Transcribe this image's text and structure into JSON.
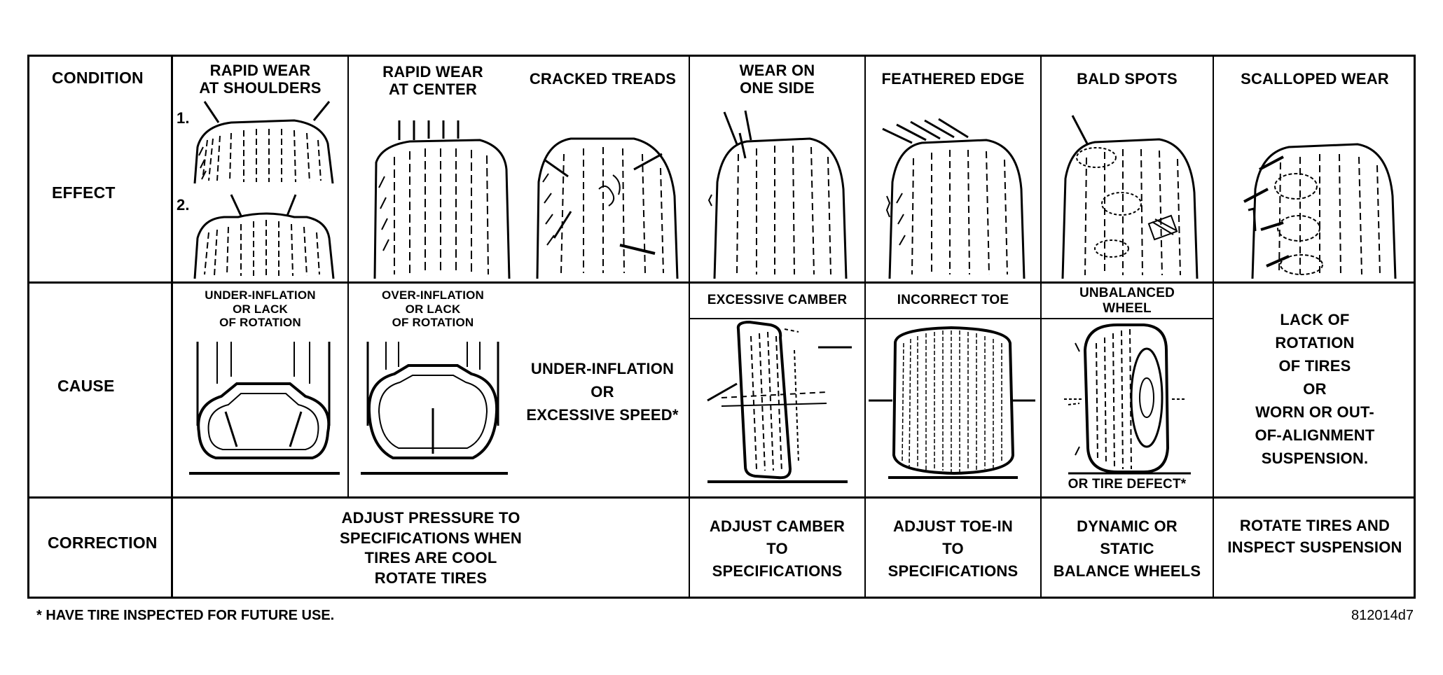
{
  "headers": {
    "condition": "CONDITION",
    "rapid_shoulders": "RAPID WEAR\nAT SHOULDERS",
    "rapid_center": "RAPID WEAR\nAT CENTER",
    "cracked": "CRACKED TREADS",
    "one_side": "WEAR ON\nONE SIDE",
    "feathered": "FEATHERED EDGE",
    "bald": "BALD SPOTS",
    "scalloped": "SCALLOPED WEAR"
  },
  "rows": {
    "effect": "EFFECT",
    "cause": "CAUSE",
    "correction": "CORRECTION"
  },
  "effect_markers": {
    "one": "1.",
    "two": "2."
  },
  "causes": {
    "under_inflation_lack": "UNDER-INFLATION\nOR LACK\nOF ROTATION",
    "over_inflation_lack": "OVER-INFLATION\nOR LACK\nOF ROTATION",
    "under_or_speed": "UNDER-INFLATION\nOR\nEXCESSIVE SPEED*",
    "excessive_camber": "EXCESSIVE CAMBER",
    "incorrect_toe": "INCORRECT TOE",
    "unbalanced": "UNBALANCED\nWHEEL",
    "tire_defect": "OR TIRE DEFECT*",
    "lack_rotation": "LACK OF\nROTATION\nOF TIRES\nOR\nWORN OR OUT-\nOF-ALIGNMENT\nSUSPENSION."
  },
  "corrections": {
    "pressure": "ADJUST PRESSURE TO\nSPECIFICATIONS WHEN\nTIRES ARE COOL\nROTATE TIRES",
    "camber": "ADJUST CAMBER\nTO\nSPECIFICATIONS",
    "toe": "ADJUST TOE-IN\nTO\nSPECIFICATIONS",
    "balance": "DYNAMIC OR\nSTATIC\nBALANCE WHEELS",
    "rotate": "ROTATE TIRES AND\nINSPECT SUSPENSION"
  },
  "footnote": "* HAVE TIRE INSPECTED FOR FUTURE USE.",
  "figure_id": "812014d7"
}
